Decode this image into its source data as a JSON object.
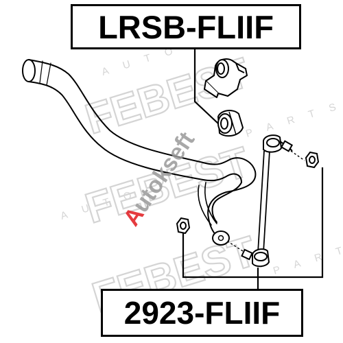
{
  "parts": {
    "top_part_number": "LRSB-FLIIF",
    "bottom_part_number": "2923-FLIIF"
  },
  "watermarks": {
    "brand": "FEBEST",
    "brand_sub": "AUTO PARTS",
    "overlay": "Autokseft"
  },
  "colors": {
    "line": "#000000",
    "watermark": "#d6d6d6",
    "overlay_red": "#e3262b",
    "overlay_grey": "#9a9a9a"
  }
}
